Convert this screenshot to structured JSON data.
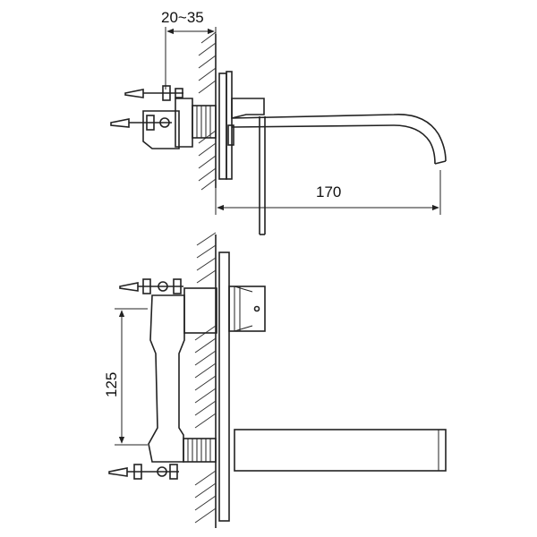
{
  "drawing": {
    "side_view": {
      "depth_range_label": "20~35",
      "spout_length_label": "170"
    },
    "front_view": {
      "inlet_spacing_label": "125"
    }
  }
}
